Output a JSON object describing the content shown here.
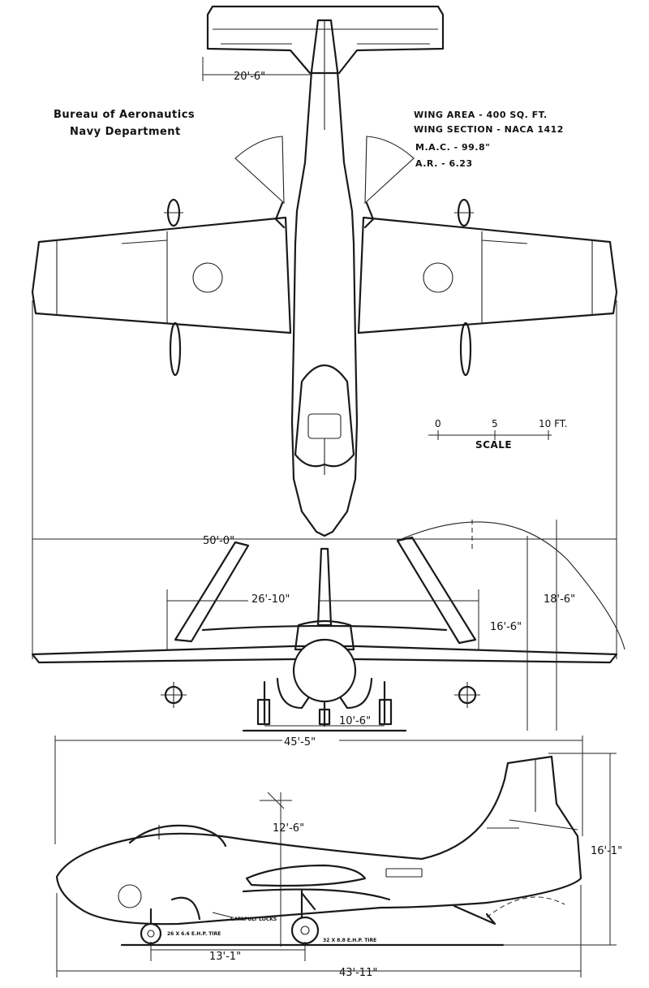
{
  "header": {
    "org_line1": "Bureau of Aeronautics",
    "org_line2": "Navy Department"
  },
  "specs": {
    "wing_area": "WING AREA - 400  SQ. FT.",
    "wing_section": "WING SECTION - NACA 1412",
    "mac": "M.A.C. - 99.8\"",
    "aspect_ratio": "A.R. - 6.23"
  },
  "scale": {
    "tick_0": "0",
    "tick_5": "5",
    "tick_10": "10 FT.",
    "label": "SCALE"
  },
  "dimensions": {
    "tail_span": "20'-6\"",
    "wing_span": "50'-0\"",
    "folded_span": "26'-10\"",
    "folded_height_outer": "18'-6\"",
    "folded_height_inner": "16'-6\"",
    "tread": "10'-6\"",
    "fold_width": "45'-5\"",
    "height": "16'-1\"",
    "ground_line": "12'-6\"",
    "wheelbase": "13'-1\"",
    "length": "43'-11\""
  },
  "callouts": {
    "nose_tire": "26 X 6.6 E.H.P. TIRE",
    "catapult": "CATAPULT LOCKS",
    "main_tire": "32 X 8.8 E.H.P. TIRE"
  }
}
